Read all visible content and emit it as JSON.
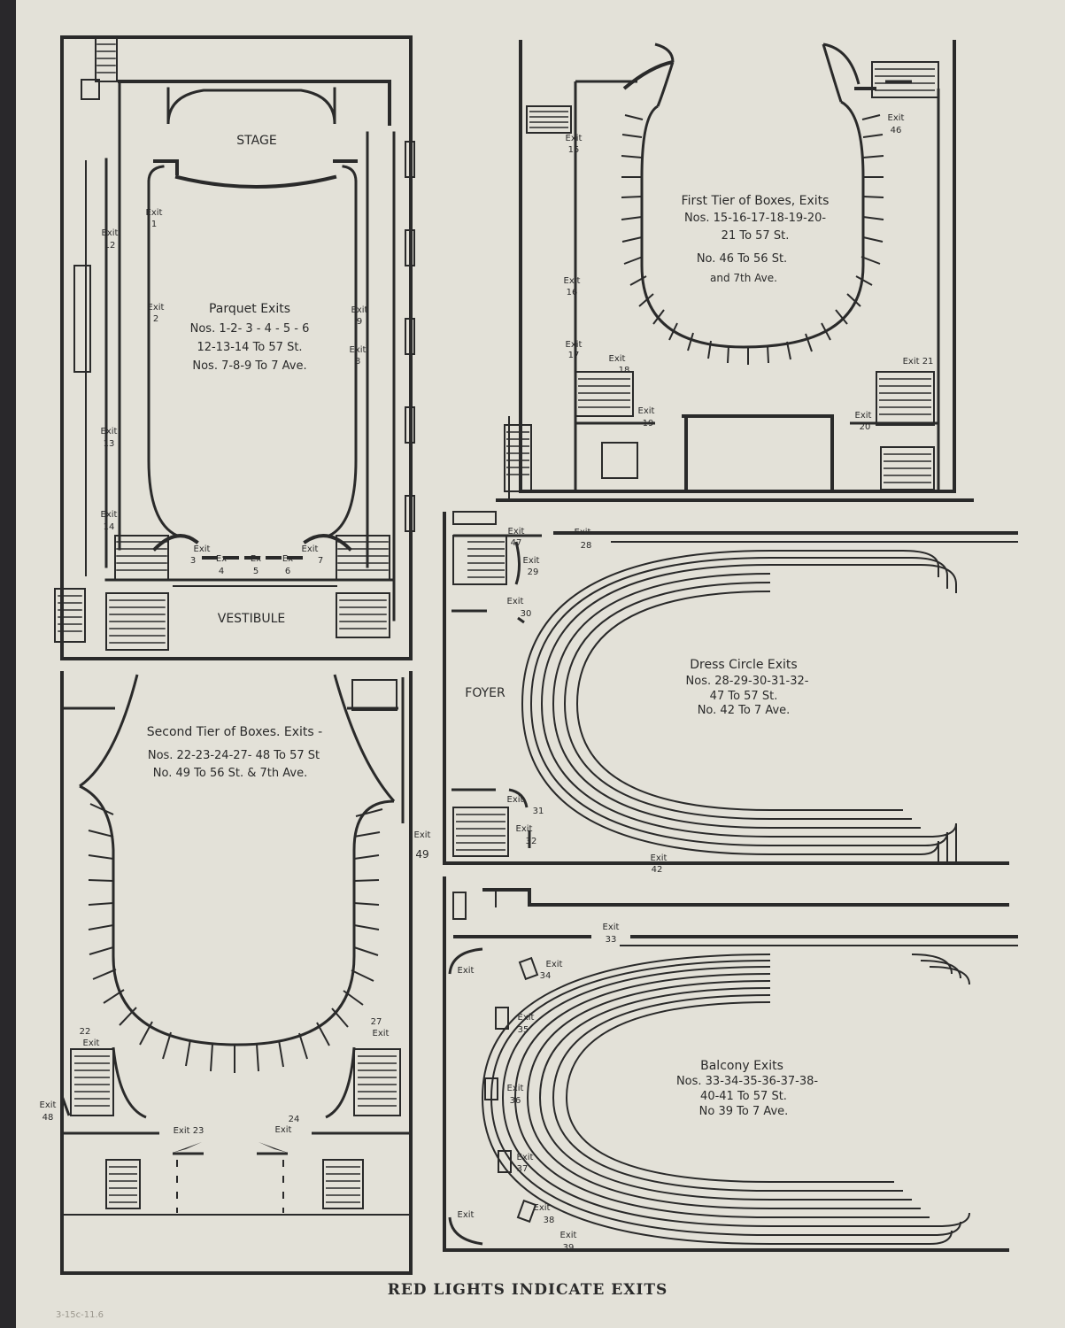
{
  "plans": {
    "parquet": {
      "stage": "STAGE",
      "vestibule": "VESTIBULE",
      "title": "Parquet Exits",
      "lines": [
        "Nos. 1-2- 3 - 4 - 5 - 6",
        "12-13-14 To 57 St.",
        "Nos. 7-8-9 To 7 Ave."
      ]
    },
    "first_tier": {
      "title": "First Tier of Boxes, Exits",
      "lines": [
        "Nos. 15-16-17-18-19-20-",
        "21 To 57 St.",
        "No. 46 To 56 St.",
        "and 7th Ave."
      ]
    },
    "second_tier": {
      "title": "Second Tier of Boxes. Exits -",
      "lines": [
        "Nos. 22-23-24-27- 48 To 57 St",
        "No. 49 To 56 St. & 7th Ave."
      ]
    },
    "dress_circle": {
      "foyer": "FOYER",
      "title": "Dress Circle Exits",
      "lines": [
        "Nos. 28-29-30-31-32-",
        "47 To 57 St.",
        "No. 42 To 7 Ave."
      ]
    },
    "balcony": {
      "title": "Balcony Exits",
      "lines": [
        "Nos. 33-34-35-36-37-38-",
        "40-41 To 57 St.",
        "No 39 To 7 Ave."
      ]
    }
  },
  "exits": [
    {
      "word": "Exit",
      "num": "1"
    },
    {
      "word": "Exit",
      "num": "2"
    },
    {
      "word": "Exit",
      "num": "3"
    },
    {
      "word": "Ex",
      "num": "4"
    },
    {
      "word": "Ex",
      "num": "5"
    },
    {
      "word": "Ex",
      "num": "6"
    },
    {
      "word": "Exit",
      "num": "7"
    },
    {
      "word": "Exit",
      "num": "8"
    },
    {
      "word": "Exit",
      "num": "9"
    },
    {
      "word": "Exit",
      "num": "12"
    },
    {
      "word": "Exit",
      "num": "13"
    },
    {
      "word": "Exit",
      "num": "14"
    },
    {
      "word": "Exit",
      "num": "15"
    },
    {
      "word": "Exit",
      "num": "16"
    },
    {
      "word": "Exit",
      "num": "17"
    },
    {
      "word": "Exit",
      "num": "18"
    },
    {
      "word": "Exit",
      "num": "19"
    },
    {
      "word": "Exit",
      "num": "20"
    },
    {
      "word": "Exit 21",
      "num": ""
    },
    {
      "word": "Exit",
      "num": "46"
    },
    {
      "word": "22",
      "num": "Exit"
    },
    {
      "word": "Exit 23",
      "num": ""
    },
    {
      "word": "24",
      "num": "Exit"
    },
    {
      "word": "27",
      "num": "Exit"
    },
    {
      "word": "Exit",
      "num": "48"
    },
    {
      "word": "Exit",
      "num": "49"
    },
    {
      "word": "Exit",
      "num": "47"
    },
    {
      "word": "Exit",
      "num": "28"
    },
    {
      "word": "Exit",
      "num": "29"
    },
    {
      "word": "Exit",
      "num": "30"
    },
    {
      "word": "Exit",
      "num": "31"
    },
    {
      "word": "Exit",
      "num": "32"
    },
    {
      "word": "Exit",
      "num": "42"
    },
    {
      "word": "Exit",
      "num": "33"
    },
    {
      "word": "Exit",
      "num": "34"
    },
    {
      "word": "Exit",
      "num": "35"
    },
    {
      "word": "Exit",
      "num": "36"
    },
    {
      "word": "Exit",
      "num": "37"
    },
    {
      "word": "Exit",
      "num": "38"
    },
    {
      "word": "Exit",
      "num": "39"
    },
    {
      "word": "Exit",
      "num": ""
    },
    {
      "word": "Exit",
      "num": ""
    }
  ],
  "footer": "RED LIGHTS INDICATE EXITS",
  "pencil_note": "3-15c-11.6"
}
